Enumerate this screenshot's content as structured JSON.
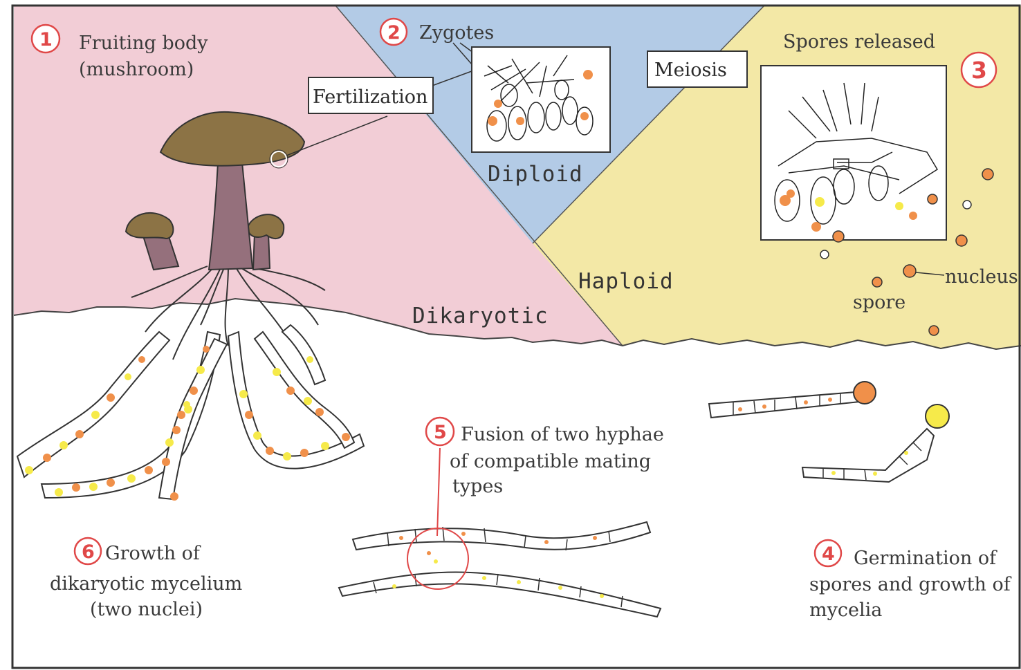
{
  "colors": {
    "dikaryotic": "#f2cdd6",
    "diploid": "#b3cbe6",
    "haploid": "#f3e8a6",
    "cap": "#8c7345",
    "stem": "#95707c",
    "nucleus_orange": "#f0904a",
    "nucleus_yellow": "#f6ea4a",
    "marker": "#e04848"
  },
  "stages": {
    "s1": {
      "number": "1",
      "line1": "Fruiting body",
      "line2": "(mushroom)"
    },
    "s2": {
      "number": "2",
      "line1": "Zygotes"
    },
    "s3": {
      "number": "3",
      "line1": "Spores released"
    },
    "s4": {
      "number": "4",
      "line1": "Germination of",
      "line2": "spores and growth of",
      "line3": "mycelia"
    },
    "s5": {
      "number": "5",
      "line1": "Fusion of two hyphae",
      "line2": "of compatible mating",
      "line3": "types"
    },
    "s6": {
      "number": "6",
      "line1": "Growth of",
      "line2": "dikaryotic mycelium",
      "line3": "(two nuclei)"
    }
  },
  "boxes": {
    "fertilization": "Fertilization",
    "meiosis": "Meiosis"
  },
  "regions": {
    "diploid": "Diploid",
    "haploid": "Haploid",
    "dikaryotic": "Dikaryotic"
  },
  "callouts": {
    "spore": "spore",
    "nucleus": "nucleus"
  }
}
